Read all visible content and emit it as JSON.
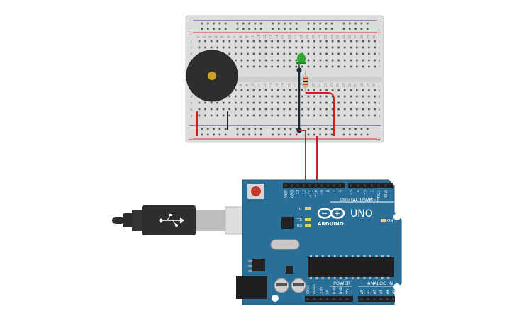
{
  "breadboard": {
    "col_numbers": [
      "1",
      "2",
      "3",
      "4",
      "5",
      "6",
      "7",
      "8",
      "9",
      "10",
      "11",
      "12",
      "13",
      "14",
      "15",
      "16",
      "17",
      "18",
      "19",
      "20",
      "21",
      "22",
      "23",
      "24",
      "25",
      "26",
      "27",
      "28",
      "29",
      "30"
    ],
    "row_letters_top": [
      "j",
      "i",
      "h",
      "g",
      "f"
    ],
    "row_letters_bottom": [
      "e",
      "d",
      "c",
      "b",
      "a"
    ],
    "rail_plus": "+",
    "rail_minus": "−"
  },
  "arduino": {
    "model": "UNO",
    "brand": "ARDUINO",
    "digital_header": "DIGITAL (PWM~)",
    "power_header": "POWER",
    "analog_header": "ANALOG IN",
    "on_label": "ON",
    "led_labels": [
      "L",
      "TX",
      "RX"
    ],
    "digital_pins": [
      "AREF",
      "GND",
      "13",
      "12",
      "~11",
      "~10",
      "~9",
      "8",
      "7",
      "~6",
      "~5",
      "4",
      "~3",
      "2",
      "TX▸1",
      "RX◂0"
    ],
    "power_pins": [
      "IOREF",
      "RESET",
      "3.3V",
      "5V",
      "GND",
      "GND",
      "Vin"
    ],
    "analog_pins": [
      "A0",
      "A1",
      "A2",
      "A3",
      "A4",
      "A5"
    ]
  },
  "colors": {
    "breadboard": "#d9d9d9",
    "rail_red": "#d12b2b",
    "rail_blue": "#3b3b8f",
    "board_blue": "#2a6f97",
    "wire_red": "#cc1f1f",
    "wire_black": "#1e2a3a",
    "led_green": "#2fa82f"
  }
}
